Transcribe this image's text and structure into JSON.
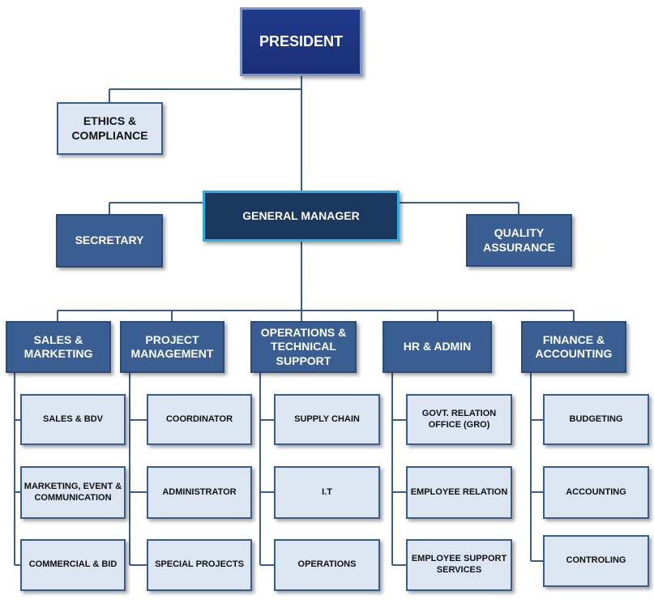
{
  "top": {
    "president": "PRESIDENT",
    "ethics": "ETHICS &\nCOMPLIANCE",
    "general_manager": "GENERAL MANAGER",
    "secretary": "SECRETARY",
    "quality": "QUALITY\nASSURANCE"
  },
  "departments": [
    {
      "label": "SALES &\nMARKETING",
      "subs": [
        "SALES & BDV",
        "MARKETING, EVENT &\nCOMMUNICATION",
        "COMMERCIAL & BID"
      ]
    },
    {
      "label": "PROJECT\nMANAGEMENT",
      "subs": [
        "COORDINATOR",
        "ADMINISTRATOR",
        "SPECIAL PROJECTS"
      ]
    },
    {
      "label": "OPERATIONS &\nTECHNICAL\nSUPPORT",
      "subs": [
        "SUPPLY CHAIN",
        "I.T",
        "OPERATIONS"
      ]
    },
    {
      "label": "HR & ADMIN",
      "subs": [
        "GOVT. RELATION\nOFFICE (GRO)",
        "EMPLOYEE RELATION",
        "EMPLOYEE SUPPORT\nSERVICES"
      ]
    },
    {
      "label": "FINANCE &\nACCOUNTING",
      "subs": [
        "BUDGETING",
        "ACCOUNTING",
        "CONTROLING"
      ]
    }
  ]
}
